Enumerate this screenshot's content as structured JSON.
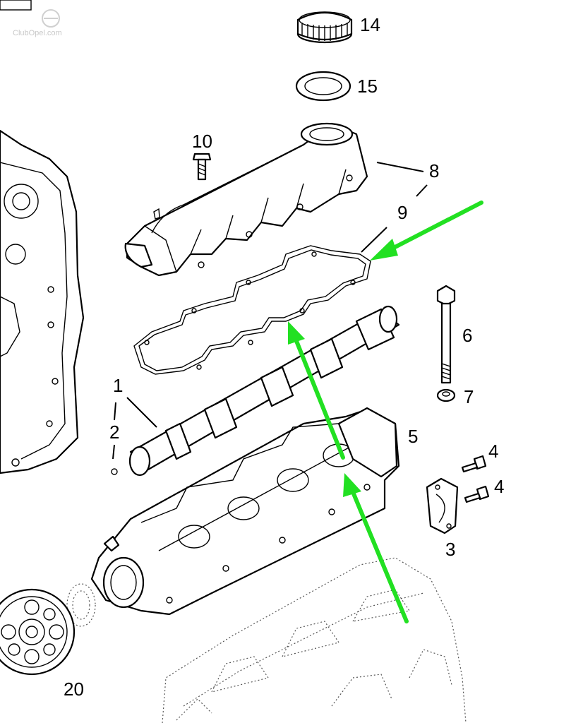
{
  "watermark": "ClubOpel.com",
  "callouts": [
    {
      "id": "14",
      "text": "14"
    },
    {
      "id": "15",
      "text": "15"
    },
    {
      "id": "10",
      "text": "10"
    },
    {
      "id": "8",
      "text": "8"
    },
    {
      "id": "9",
      "text": "9"
    },
    {
      "id": "6",
      "text": "6"
    },
    {
      "id": "7",
      "text": "7"
    },
    {
      "id": "1",
      "text": "1"
    },
    {
      "id": "2",
      "text": "2"
    },
    {
      "id": "5",
      "text": "5"
    },
    {
      "id": "4a",
      "text": "4"
    },
    {
      "id": "4b",
      "text": "4"
    },
    {
      "id": "3",
      "text": "3"
    },
    {
      "id": "20",
      "text": "20"
    }
  ],
  "colors": {
    "arrow": "#22e022",
    "line": "#000000",
    "background": "#ffffff"
  }
}
